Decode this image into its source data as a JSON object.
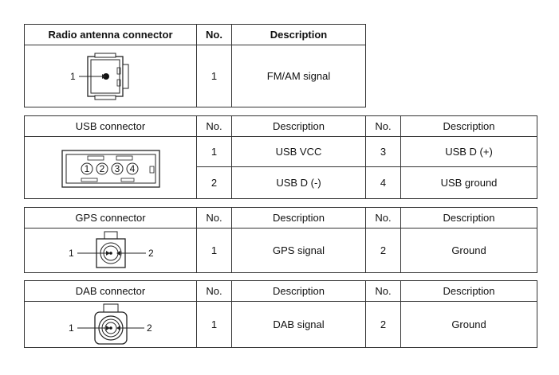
{
  "radio": {
    "header": {
      "connector": "Radio antenna connector",
      "no": "No.",
      "desc": "Description"
    },
    "rows": [
      {
        "no": "1",
        "desc": "FM/AM signal"
      }
    ],
    "figure_labels": {
      "pin1": "1"
    }
  },
  "usb": {
    "header": {
      "connector": "USB connector",
      "no1": "No.",
      "desc1": "Description",
      "no2": "No.",
      "desc2": "Description"
    },
    "rows": [
      {
        "no1": "1",
        "desc1": "USB VCC",
        "no2": "3",
        "desc2": "USB D (+)"
      },
      {
        "no1": "2",
        "desc1": "USB D (-)",
        "no2": "4",
        "desc2": "USB ground"
      }
    ],
    "figure_labels": {
      "p1": "1",
      "p2": "2",
      "p3": "3",
      "p4": "4"
    }
  },
  "gps": {
    "header": {
      "connector": "GPS connector",
      "no1": "No.",
      "desc1": "Description",
      "no2": "No.",
      "desc2": "Description"
    },
    "rows": [
      {
        "no1": "1",
        "desc1": "GPS signal",
        "no2": "2",
        "desc2": "Ground"
      }
    ],
    "figure_labels": {
      "pin1": "1",
      "pin2": "2"
    }
  },
  "dab": {
    "header": {
      "connector": "DAB connector",
      "no1": "No.",
      "desc1": "Description",
      "no2": "No.",
      "desc2": "Description"
    },
    "rows": [
      {
        "no1": "1",
        "desc1": "DAB signal",
        "no2": "2",
        "desc2": "Ground"
      }
    ],
    "figure_labels": {
      "pin1": "1",
      "pin2": "2"
    }
  }
}
